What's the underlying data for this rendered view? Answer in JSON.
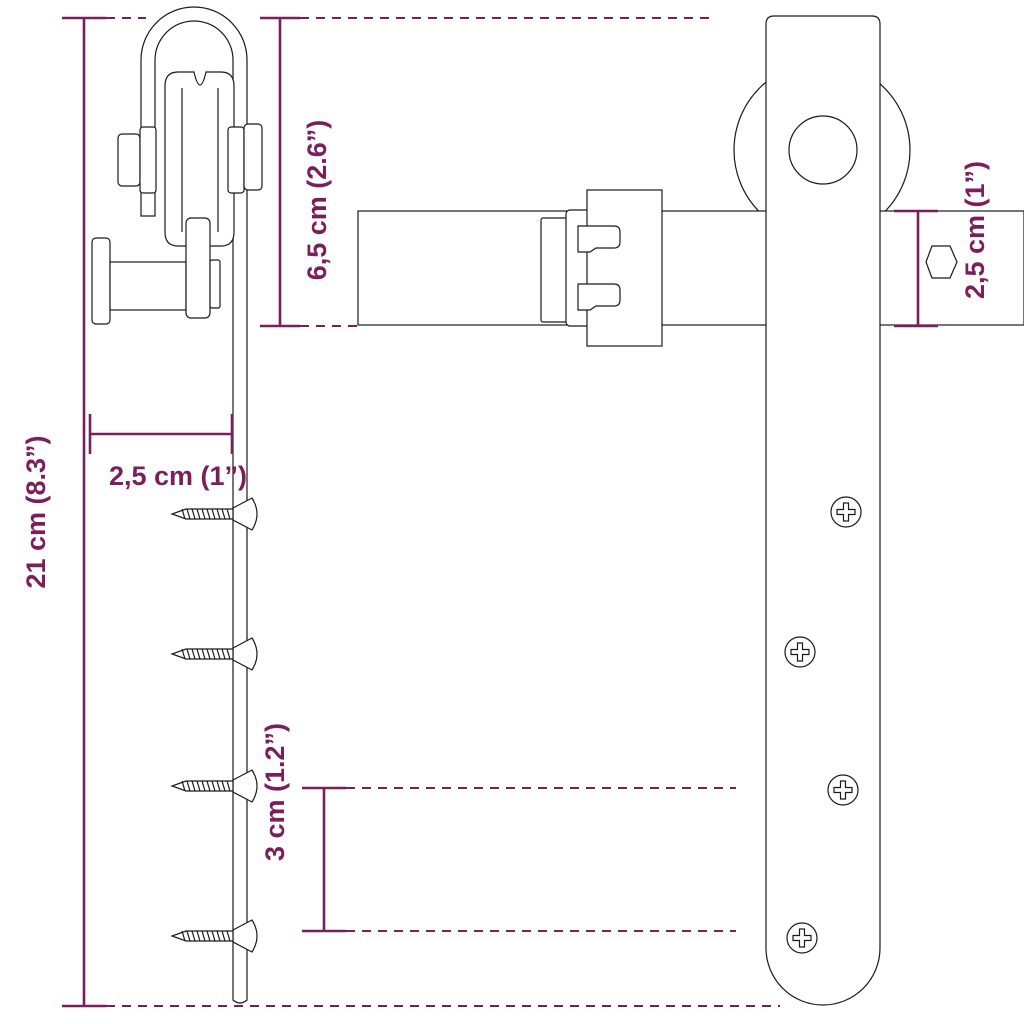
{
  "colors": {
    "accent": "#7a1f5c",
    "line": "#1a1a1a",
    "background": "#ffffff"
  },
  "dimensions": {
    "total_height": "21 cm (8.3”)",
    "top_height": "6,5 cm (2.6”)",
    "side_width": "2,5 cm (1”)",
    "rail_height": "2,5 cm (1”)",
    "screw_spacing": "3 cm (1.2”)"
  },
  "parts": {
    "side_view": "hanger-side-view",
    "front_view": "hanger-front-view",
    "rail": "rail",
    "stopper": "stopper-clip",
    "wheel": "wheel",
    "screws": 4,
    "bolts": 4
  }
}
